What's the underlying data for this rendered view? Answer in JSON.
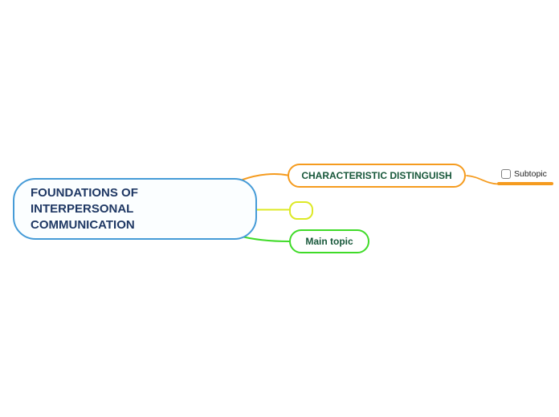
{
  "canvas": {
    "background_color": "#FFFFFF",
    "type": "mind-map"
  },
  "mindmap": {
    "root_node": {
      "label": "FOUNDATIONS OF INTERPERSONAL COMMUNICATION",
      "border_color": "#459BD7",
      "fill_color": "#FBFEFF",
      "text_color": "#1F3864"
    },
    "child_nodes": [
      {
        "id": "characteristic-distinguish",
        "label": "CHARACTERISTIC DISTINGUISH",
        "border_color": "#F59B1E",
        "fill_color": "#FFFFFF",
        "text_color": "#17573A"
      },
      {
        "id": "unnamed-topic",
        "label": "",
        "border_color": "#DDE926",
        "fill_color": "#FFFFFF"
      },
      {
        "id": "main-topic",
        "label": "Main topic",
        "border_color": "#3FDB28",
        "fill_color": "#FFFFFF",
        "text_color": "#17573A"
      }
    ],
    "subtopic_node": {
      "label": "Subtopic",
      "checkbox_checked": false,
      "checkbox_border_color": "#7F7F7F",
      "underline_color": "#F59B1E",
      "text_color": "#1F1F1F"
    },
    "connectors": [
      {
        "from": "root",
        "to": "characteristic-distinguish",
        "color": "#F59B1E"
      },
      {
        "from": "root",
        "to": "unnamed-topic",
        "color": "#DDE926"
      },
      {
        "from": "root",
        "to": "main-topic",
        "color": "#3FDB28"
      },
      {
        "from": "characteristic-distinguish",
        "to": "subtopic",
        "color": "#F59B1E"
      }
    ]
  }
}
